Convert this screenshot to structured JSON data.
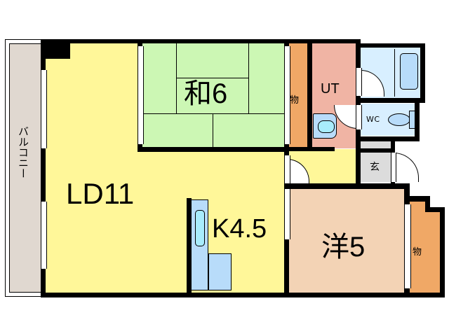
{
  "floorplan": {
    "rooms": [
      {
        "id": "ld",
        "label": "LD11",
        "type": "living-dining",
        "size_jo": "11"
      },
      {
        "id": "k",
        "label": "K4.5",
        "type": "kitchen",
        "size_jo": "4.5"
      },
      {
        "id": "washitsu",
        "label": "和6",
        "type": "japanese-room",
        "size_jo": "6"
      },
      {
        "id": "yoshitsu",
        "label": "洋5",
        "type": "western-room",
        "size_jo": "5"
      },
      {
        "id": "storage1",
        "label": "物",
        "type": "storage"
      },
      {
        "id": "storage2",
        "label": "物",
        "type": "storage"
      },
      {
        "id": "ut",
        "label": "UT",
        "type": "utility"
      },
      {
        "id": "wc",
        "label": "WC",
        "type": "toilet"
      },
      {
        "id": "genkan",
        "label": "玄",
        "type": "entrance"
      },
      {
        "id": "balcony",
        "label": "バルコニー",
        "type": "balcony"
      }
    ],
    "colors": {
      "ld": "#fff799",
      "washitsu": "#ccf7b4",
      "yoshitsu": "#f3d3b5",
      "storage": "#f0a866",
      "ut": "#f0b4a4",
      "bath": "#d8efff",
      "wc": "#d8efff",
      "genkan": "#dcdcdc",
      "balcony": "#e0d8d0",
      "fixture": "#b8dcfa",
      "fixture_water": "#a8ecfc",
      "wall": "#000000"
    }
  }
}
